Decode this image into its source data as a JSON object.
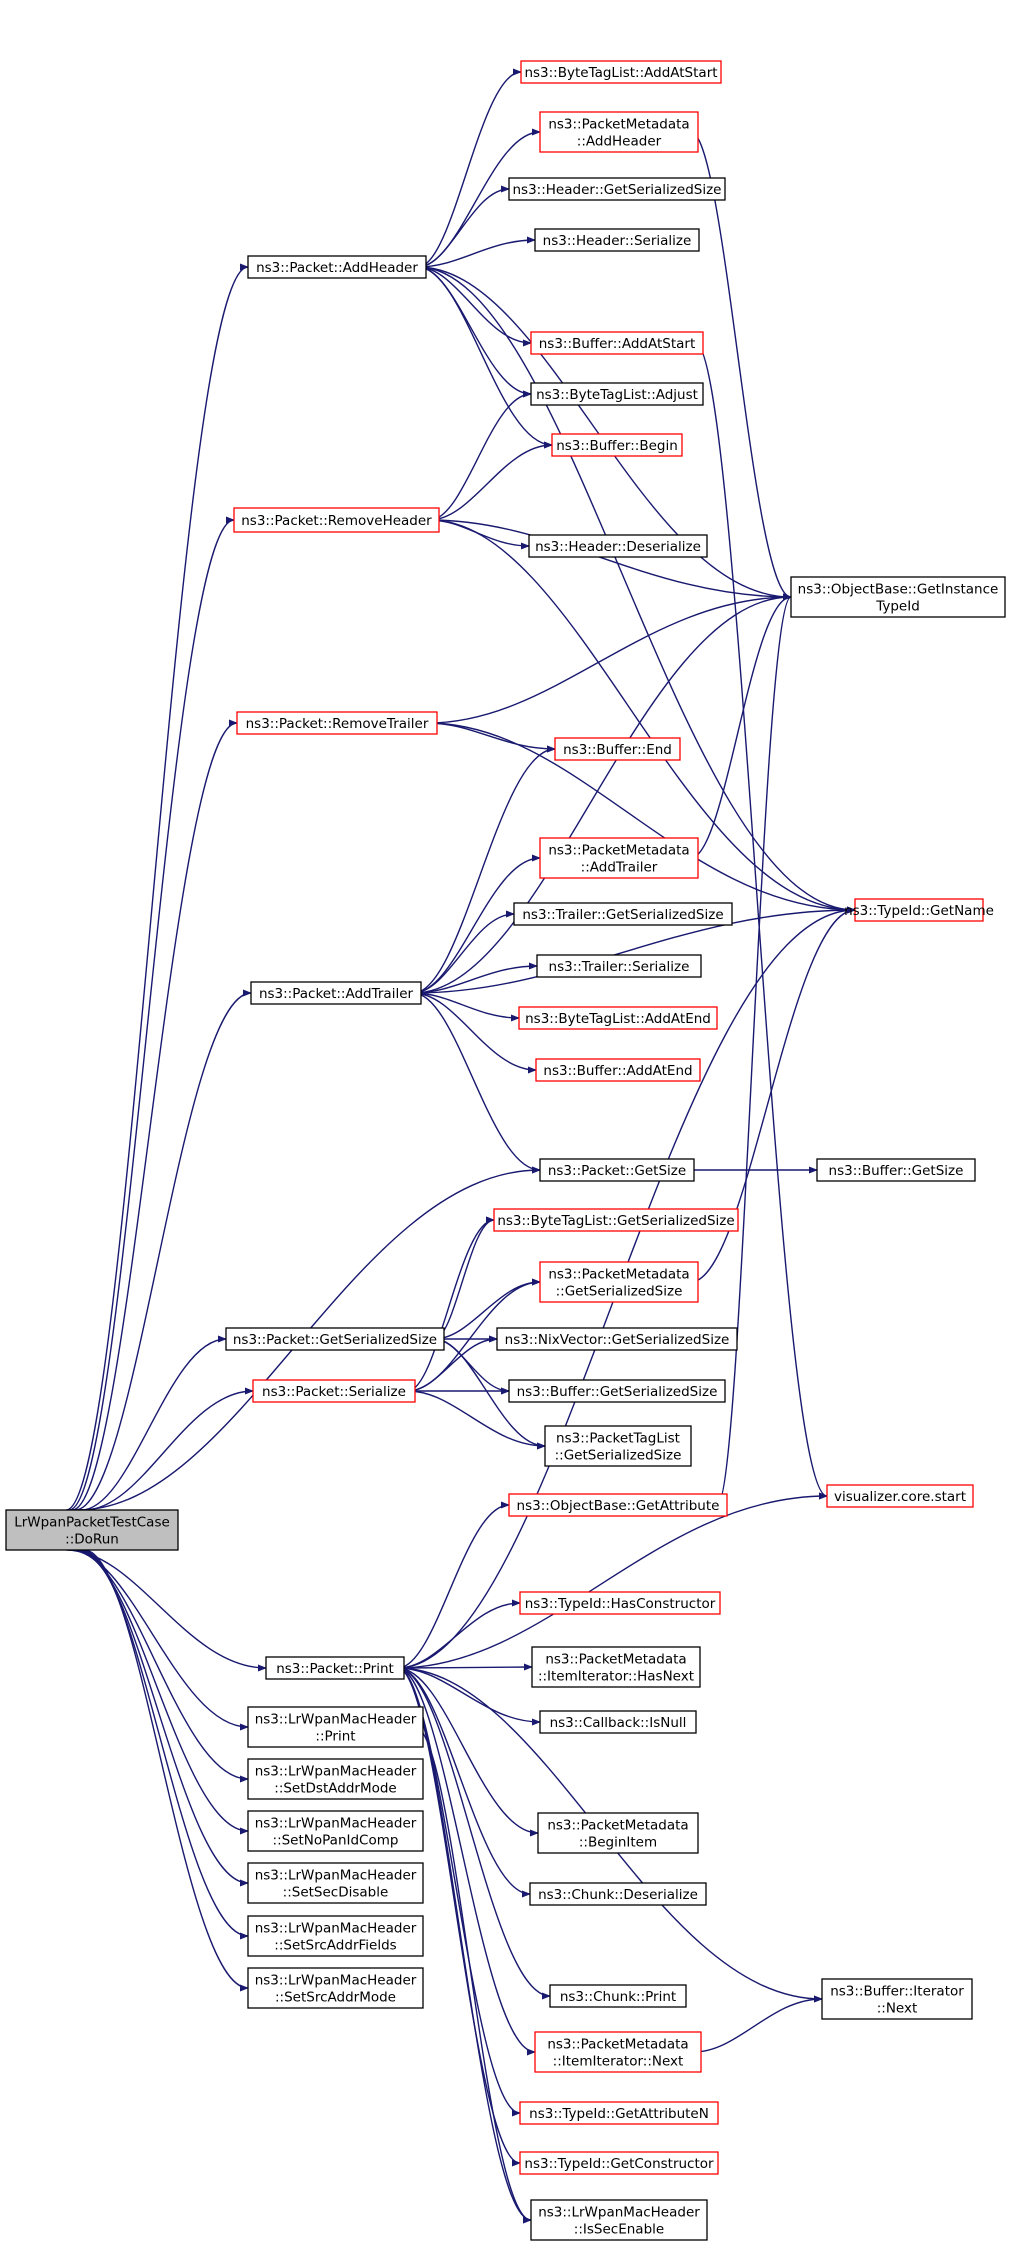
{
  "graph": {
    "root": "doRun",
    "colors": {
      "edge": "#191970",
      "node_border_normal": "#000000",
      "node_border_truncated": "#ff0000",
      "root_fill": "#bfbfbf",
      "node_fill": "#ffffff"
    },
    "nodes": [
      {
        "id": "doRun",
        "lines": [
          "LrWpanPacketTestCase",
          "::DoRun"
        ],
        "style": "root"
      },
      {
        "id": "addHeader",
        "lines": [
          "ns3::Packet::AddHeader"
        ],
        "style": "normal"
      },
      {
        "id": "removeHeader",
        "lines": [
          "ns3::Packet::RemoveHeader"
        ],
        "style": "truncated"
      },
      {
        "id": "removeTrailer",
        "lines": [
          "ns3::Packet::RemoveTrailer"
        ],
        "style": "truncated"
      },
      {
        "id": "addTrailer",
        "lines": [
          "ns3::Packet::AddTrailer"
        ],
        "style": "normal"
      },
      {
        "id": "getSerializedSize",
        "lines": [
          "ns3::Packet::GetSerializedSize"
        ],
        "style": "normal"
      },
      {
        "id": "serialize",
        "lines": [
          "ns3::Packet::Serialize"
        ],
        "style": "truncated"
      },
      {
        "id": "print",
        "lines": [
          "ns3::Packet::Print"
        ],
        "style": "normal"
      },
      {
        "id": "macPrint",
        "lines": [
          "ns3::LrWpanMacHeader",
          "::Print"
        ],
        "style": "normal"
      },
      {
        "id": "setDst",
        "lines": [
          "ns3::LrWpanMacHeader",
          "::SetDstAddrMode"
        ],
        "style": "normal"
      },
      {
        "id": "setNoPan",
        "lines": [
          "ns3::LrWpanMacHeader",
          "::SetNoPanIdComp"
        ],
        "style": "normal"
      },
      {
        "id": "setSecDis",
        "lines": [
          "ns3::LrWpanMacHeader",
          "::SetSecDisable"
        ],
        "style": "normal"
      },
      {
        "id": "setSrcFields",
        "lines": [
          "ns3::LrWpanMacHeader",
          "::SetSrcAddrFields"
        ],
        "style": "normal"
      },
      {
        "id": "setSrcMode",
        "lines": [
          "ns3::LrWpanMacHeader",
          "::SetSrcAddrMode"
        ],
        "style": "normal"
      },
      {
        "id": "btlAddAtStart",
        "lines": [
          "ns3::ByteTagList::AddAtStart"
        ],
        "style": "truncated"
      },
      {
        "id": "pmAddHeader",
        "lines": [
          "ns3::PacketMetadata",
          "::AddHeader"
        ],
        "style": "truncated"
      },
      {
        "id": "hdrGetSize",
        "lines": [
          "ns3::Header::GetSerializedSize"
        ],
        "style": "normal"
      },
      {
        "id": "hdrSerialize",
        "lines": [
          "ns3::Header::Serialize"
        ],
        "style": "normal"
      },
      {
        "id": "bufAddAtStart",
        "lines": [
          "ns3::Buffer::AddAtStart"
        ],
        "style": "truncated"
      },
      {
        "id": "btlAdjust",
        "lines": [
          "ns3::ByteTagList::Adjust"
        ],
        "style": "normal"
      },
      {
        "id": "bufBegin",
        "lines": [
          "ns3::Buffer::Begin"
        ],
        "style": "truncated"
      },
      {
        "id": "hdrDeser",
        "lines": [
          "ns3::Header::Deserialize"
        ],
        "style": "normal"
      },
      {
        "id": "getInstTypeId",
        "lines": [
          "ns3::ObjectBase::GetInstance",
          "TypeId"
        ],
        "style": "normal"
      },
      {
        "id": "bufEnd",
        "lines": [
          "ns3::Buffer::End"
        ],
        "style": "truncated"
      },
      {
        "id": "pmAddTrailer",
        "lines": [
          "ns3::PacketMetadata",
          "::AddTrailer"
        ],
        "style": "truncated"
      },
      {
        "id": "typeGetName",
        "lines": [
          "ns3::TypeId::GetName"
        ],
        "style": "truncated"
      },
      {
        "id": "trlGetSize",
        "lines": [
          "ns3::Trailer::GetSerializedSize"
        ],
        "style": "normal"
      },
      {
        "id": "trlSerialize",
        "lines": [
          "ns3::Trailer::Serialize"
        ],
        "style": "normal"
      },
      {
        "id": "btlAddAtEnd",
        "lines": [
          "ns3::ByteTagList::AddAtEnd"
        ],
        "style": "truncated"
      },
      {
        "id": "bufAddAtEnd",
        "lines": [
          "ns3::Buffer::AddAtEnd"
        ],
        "style": "truncated"
      },
      {
        "id": "pktGetSize",
        "lines": [
          "ns3::Packet::GetSize"
        ],
        "style": "normal"
      },
      {
        "id": "bufGetSize",
        "lines": [
          "ns3::Buffer::GetSize"
        ],
        "style": "normal"
      },
      {
        "id": "btlGetSerSize",
        "lines": [
          "ns3::ByteTagList::GetSerializedSize"
        ],
        "style": "truncated"
      },
      {
        "id": "pmGetSerSize",
        "lines": [
          "ns3::PacketMetadata",
          "::GetSerializedSize"
        ],
        "style": "truncated"
      },
      {
        "id": "nixGetSerSize",
        "lines": [
          "ns3::NixVector::GetSerializedSize"
        ],
        "style": "normal"
      },
      {
        "id": "bufGetSerSize",
        "lines": [
          "ns3::Buffer::GetSerializedSize"
        ],
        "style": "normal"
      },
      {
        "id": "ptlGetSerSize",
        "lines": [
          "ns3::PacketTagList",
          "::GetSerializedSize"
        ],
        "style": "normal"
      },
      {
        "id": "objGetAttr",
        "lines": [
          "ns3::ObjectBase::GetAttribute"
        ],
        "style": "truncated"
      },
      {
        "id": "vizStart",
        "lines": [
          "visualizer.core.start"
        ],
        "style": "truncated"
      },
      {
        "id": "hasCtor",
        "lines": [
          "ns3::TypeId::HasConstructor"
        ],
        "style": "truncated"
      },
      {
        "id": "itHasNext",
        "lines": [
          "ns3::PacketMetadata",
          "::ItemIterator::HasNext"
        ],
        "style": "normal"
      },
      {
        "id": "cbIsNull",
        "lines": [
          "ns3::Callback::IsNull"
        ],
        "style": "normal"
      },
      {
        "id": "pmBeginItem",
        "lines": [
          "ns3::PacketMetadata",
          "::BeginItem"
        ],
        "style": "normal"
      },
      {
        "id": "chunkDeser",
        "lines": [
          "ns3::Chunk::Deserialize"
        ],
        "style": "normal"
      },
      {
        "id": "chunkPrint",
        "lines": [
          "ns3::Chunk::Print"
        ],
        "style": "normal"
      },
      {
        "id": "bufItNext",
        "lines": [
          "ns3::Buffer::Iterator",
          "::Next"
        ],
        "style": "normal"
      },
      {
        "id": "itNext",
        "lines": [
          "ns3::PacketMetadata",
          "::ItemIterator::Next"
        ],
        "style": "truncated"
      },
      {
        "id": "getAttrN",
        "lines": [
          "ns3::TypeId::GetAttributeN"
        ],
        "style": "truncated"
      },
      {
        "id": "getCtor",
        "lines": [
          "ns3::TypeId::GetConstructor"
        ],
        "style": "truncated"
      },
      {
        "id": "isSecEnable",
        "lines": [
          "ns3::LrWpanMacHeader",
          "::IsSecEnable"
        ],
        "style": "normal"
      }
    ],
    "edges": [
      [
        "doRun",
        "addHeader"
      ],
      [
        "doRun",
        "removeHeader"
      ],
      [
        "doRun",
        "removeTrailer"
      ],
      [
        "doRun",
        "addTrailer"
      ],
      [
        "doRun",
        "pktGetSize"
      ],
      [
        "doRun",
        "getSerializedSize"
      ],
      [
        "doRun",
        "serialize"
      ],
      [
        "doRun",
        "print"
      ],
      [
        "doRun",
        "macPrint"
      ],
      [
        "doRun",
        "setDst"
      ],
      [
        "doRun",
        "setNoPan"
      ],
      [
        "doRun",
        "setSecDis"
      ],
      [
        "doRun",
        "setSrcFields"
      ],
      [
        "doRun",
        "setSrcMode"
      ],
      [
        "addHeader",
        "btlAddAtStart"
      ],
      [
        "addHeader",
        "pmAddHeader"
      ],
      [
        "addHeader",
        "hdrGetSize"
      ],
      [
        "addHeader",
        "hdrSerialize"
      ],
      [
        "addHeader",
        "bufAddAtStart"
      ],
      [
        "addHeader",
        "btlAdjust"
      ],
      [
        "addHeader",
        "bufBegin"
      ],
      [
        "addHeader",
        "getInstTypeId"
      ],
      [
        "addHeader",
        "typeGetName"
      ],
      [
        "pmAddHeader",
        "getInstTypeId"
      ],
      [
        "bufAddAtStart",
        "vizStart"
      ],
      [
        "removeHeader",
        "btlAdjust"
      ],
      [
        "removeHeader",
        "bufBegin"
      ],
      [
        "removeHeader",
        "hdrDeser"
      ],
      [
        "removeHeader",
        "getInstTypeId"
      ],
      [
        "removeHeader",
        "typeGetName"
      ],
      [
        "removeTrailer",
        "getInstTypeId"
      ],
      [
        "removeTrailer",
        "typeGetName"
      ],
      [
        "removeTrailer",
        "bufEnd"
      ],
      [
        "addTrailer",
        "bufEnd"
      ],
      [
        "addTrailer",
        "getInstTypeId"
      ],
      [
        "addTrailer",
        "pmAddTrailer"
      ],
      [
        "addTrailer",
        "trlGetSize"
      ],
      [
        "addTrailer",
        "trlSerialize"
      ],
      [
        "addTrailer",
        "btlAddAtEnd"
      ],
      [
        "addTrailer",
        "bufAddAtEnd"
      ],
      [
        "addTrailer",
        "typeGetName"
      ],
      [
        "addTrailer",
        "pktGetSize"
      ],
      [
        "pmAddTrailer",
        "getInstTypeId"
      ],
      [
        "pktGetSize",
        "bufGetSize"
      ],
      [
        "getSerializedSize",
        "btlGetSerSize"
      ],
      [
        "getSerializedSize",
        "pmGetSerSize"
      ],
      [
        "getSerializedSize",
        "nixGetSerSize"
      ],
      [
        "getSerializedSize",
        "bufGetSerSize"
      ],
      [
        "getSerializedSize",
        "ptlGetSerSize"
      ],
      [
        "serialize",
        "btlGetSerSize"
      ],
      [
        "serialize",
        "pmGetSerSize"
      ],
      [
        "serialize",
        "nixGetSerSize"
      ],
      [
        "serialize",
        "bufGetSerSize"
      ],
      [
        "serialize",
        "ptlGetSerSize"
      ],
      [
        "pmGetSerSize",
        "typeGetName"
      ],
      [
        "objGetAttr",
        "getInstTypeId"
      ],
      [
        "print",
        "objGetAttr"
      ],
      [
        "print",
        "typeGetName"
      ],
      [
        "print",
        "hasCtor"
      ],
      [
        "print",
        "itHasNext"
      ],
      [
        "print",
        "cbIsNull"
      ],
      [
        "print",
        "vizStart"
      ],
      [
        "print",
        "pmBeginItem"
      ],
      [
        "print",
        "chunkDeser"
      ],
      [
        "print",
        "bufItNext"
      ],
      [
        "print",
        "chunkPrint"
      ],
      [
        "print",
        "itNext"
      ],
      [
        "print",
        "getAttrN"
      ],
      [
        "print",
        "getCtor"
      ],
      [
        "print",
        "isSecEnable"
      ],
      [
        "itNext",
        "bufItNext"
      ],
      [
        "macPrint",
        "isSecEnable"
      ]
    ]
  }
}
